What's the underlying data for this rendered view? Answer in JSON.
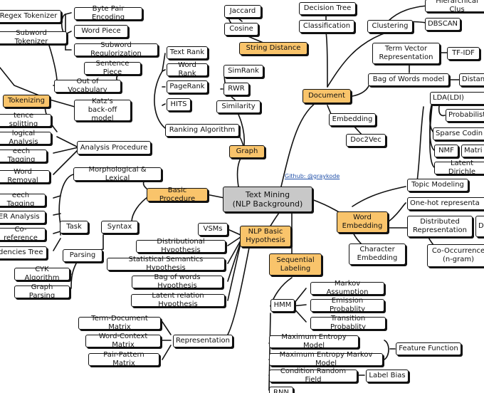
{
  "center": "Text Mining\n(NLP Background)",
  "github": "Github: @graykode",
  "categories": {
    "tokenizing": "Tokenizing",
    "string_distance": "String Distance",
    "document": "Document",
    "graph": "Graph",
    "basic_procedure": "Basic Procedure",
    "nlp_basic_hypothesis": "NLP Basic\nHypothesis",
    "word_embedding": "Word\nEmbedding",
    "sequential_labeling": "Sequential\nLabeling"
  },
  "nodes": {
    "regex_tokenizer": "Regex Tokenizer",
    "subword_tokenizer": "Subword Tokenizer",
    "byte_pair_encoding": "Byte Pair Encoding",
    "word_piece": "Word Piece",
    "subword_regularization": "Subword Regulorization",
    "sentence_piece": "Sentence Piece",
    "out_of_vocabulary": "Out of Vocabulary",
    "katz_backoff": "Katz's\nback-off model",
    "sentence_splitting": "tence splitting",
    "logical_analysis": "logical Analysis",
    "speech_tagging_1": "eech Tagging",
    "word_removal": "Word Removal",
    "speech_tagging_2": "eech Tagging",
    "ner_analysis": "ER Analysis",
    "co_reference": "Co-reference",
    "dependencies_tree": "dencies Tree",
    "analysis_procedure": "Analysis Procedure",
    "morphological_lexical": "Morphological & Lexical",
    "task": "Task",
    "syntax": "Syntax",
    "parsing": "Parsing",
    "cyk_algorithm": "CYK Algorithm",
    "graph_parsing": "Graph Parsing",
    "jaccard": "Jaccard",
    "cosine": "Cosine",
    "decision_tree": "Decision Tree",
    "classification": "Classification",
    "clustering": "Clustering",
    "hierarchical_clus": "Hierarchical Clus",
    "dbscan": "DBSCAN",
    "term_vector": "Term Vector\nRepresentation",
    "tf_idf": "TF-IDF",
    "bag_of_words_model": "Bag of Words model",
    "distan": "Distan",
    "text_rank": "Text Rank",
    "word_rank": "Word Rank",
    "page_rank": "PageRank",
    "hits": "HITS",
    "simrank": "SimRank",
    "rwr": "RWR",
    "similarity": "Similarity",
    "ranking_algorithm": "Ranking Algorithm",
    "lda": "LDA(LDI)",
    "probabilist": "Probabilist",
    "sparse_codin": "Sparse Codin",
    "nmf": "NMF",
    "matri": "Matri",
    "latent_dirichl": "Latent Dirichle",
    "embedding": "Embedding",
    "doc2vec": "Doc2Vec",
    "topic_modeling": "Topic Modeling",
    "one_hot": "One-hot representa",
    "distributed_representation": "Distributed\nRepresentation",
    "d_cut": "D",
    "character_embedding": "Character\nEmbedding",
    "co_occurrence": "Co-Occurrence\n(n-gram)",
    "vsms": "VSMs",
    "distributional_hypothesis": "Distributional Hypothesis",
    "statistical_semantics": "Statistical Semantics Hypothesis",
    "bag_of_words_hypothesis": "Bag of words Hypothesis",
    "latent_relation": "Latent relation Hypothesis",
    "term_document_matrix": "Term-Document Matrix",
    "word_context_matrix": "Word-Context Matrix",
    "pair_pattern_matrix": "Pair-Pattern Matrix",
    "representation": "Representation",
    "hmm": "HMM",
    "markov_assumption": "Markov Assumption",
    "emission_probability": "Emission Probablity",
    "transition_probability": "Transition Probablity",
    "maximum_entropy_model": "Maximum Entropy Model",
    "maximum_entropy_markov_model": "Maximum Entropy Markov Model",
    "feature_function": "Feature Function",
    "condition_random_field": "Condition Random Field",
    "label_bias": "Label Bias",
    "rnn": "RNN"
  }
}
